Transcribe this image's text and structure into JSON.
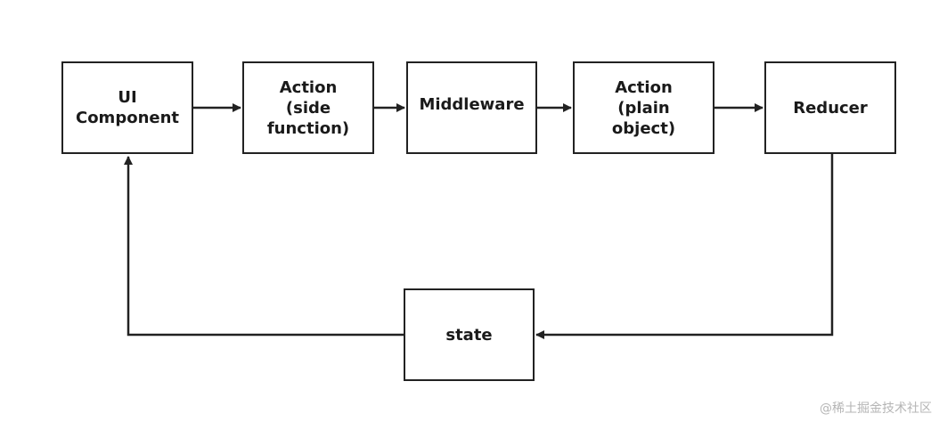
{
  "diagram": {
    "nodes": {
      "ui_component": "UI\nComponent",
      "action_side": "Action\n(side\nfunction)",
      "middleware": "Middleware",
      "action_plain": "Action\n(plain\nobject)",
      "reducer": "Reducer",
      "state": "state"
    }
  },
  "watermark": "@稀土掘金技术社区",
  "colors": {
    "stroke": "#222222",
    "text": "#1a1a1a",
    "watermark": "#b5b5b5"
  }
}
